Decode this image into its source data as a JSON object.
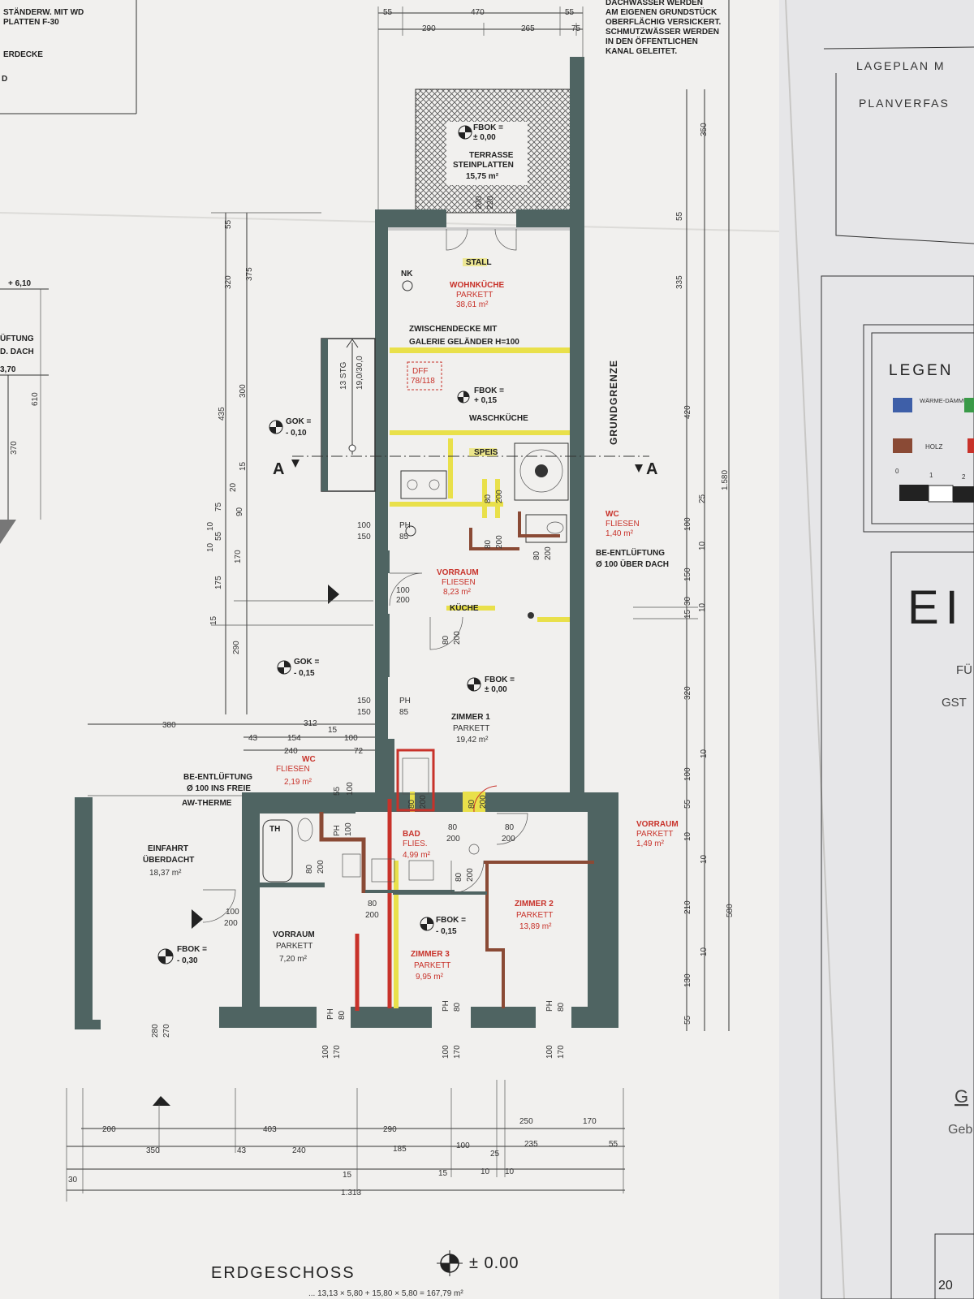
{
  "notes": {
    "top_left": [
      "STÄNDERW. MIT WD",
      "PLATTEN F-30",
      "ERDECKE",
      "D"
    ],
    "top_right": [
      "DACHWÄSSER WERDEN",
      "AM EIGENEN GRUNDSTÜCK",
      "OBERFLÄCHIG VERSICKERT.",
      "SCHMUTZWÄSSER WERDEN",
      "IN DEN ÖFFENTLICHEN",
      "KANAL GELEITET."
    ],
    "left_edge": [
      "+ 6,10",
      "ÜFTUNG",
      "D. DACH",
      "3,70"
    ]
  },
  "title_block": {
    "lageplan": "LAGEPLAN M",
    "planverfas": "PLANVERFAS",
    "legend_title": "LEGEN",
    "legend_items": [
      {
        "label": "WÄRME-DÄMMUNG",
        "color": "#3e5fa8"
      },
      {
        "label": "HOLZ",
        "color": "#8a4a35"
      }
    ],
    "scale_labels": [
      "0",
      "1",
      "2"
    ],
    "big_letters": "EI",
    "sub1": "FÜ",
    "sub2": "GST",
    "g_letter": "G",
    "geb": "Geb",
    "corner": "20"
  },
  "rooms": {
    "terrasse": {
      "name": "TERRASSE",
      "line2": "STEINPLATTEN",
      "area": "15,75 m²"
    },
    "stall": {
      "name": "STALL"
    },
    "wohnkueche": {
      "name": "WOHNKÜCHE",
      "floor": "PARKETT",
      "area": "38,61 m²"
    },
    "zwischendecke": {
      "line1": "ZWISCHENDECKE MIT",
      "line2": "GALERIE GELÄNDER H=100"
    },
    "dff": {
      "line1": "DFF",
      "line2": "78/118"
    },
    "waschkueche": {
      "name": "WASCHKÜCHE"
    },
    "speis": {
      "name": "SPEIS"
    },
    "wc_top": {
      "name": "WC",
      "floor": "FLIESEN",
      "area": "1,40 m²"
    },
    "vorraum_mid": {
      "name": "VORRAUM",
      "floor": "FLIESEN",
      "area": "8,23 m²"
    },
    "kueche": {
      "name": "KÜCHE"
    },
    "zimmer1": {
      "name": "ZIMMER 1",
      "floor": "PARKETT",
      "area": "19,42 m²"
    },
    "wc_left": {
      "name": "WC",
      "floor": "FLIESEN",
      "area": "2,19 m²"
    },
    "bad": {
      "name": "BAD",
      "floor": "FLIES.",
      "area": "4,99 m²"
    },
    "vorraum_right": {
      "name": "VORRAUM",
      "floor": "PARKETT",
      "area": "1,49 m²"
    },
    "zimmer2": {
      "name": "ZIMMER 2",
      "floor": "PARKETT",
      "area": "13,89 m²"
    },
    "zimmer3": {
      "name": "ZIMMER 3",
      "floor": "PARKETT",
      "area": "9,95 m²"
    },
    "vorraum_low": {
      "name": "VORRAUM",
      "floor": "PARKETT",
      "area": "7,20 m²"
    },
    "einfahrt": {
      "name": "EINFAHRT",
      "line2": "ÜBERDACHT",
      "area": "18,37 m²"
    }
  },
  "levels": {
    "fbok_terrasse": [
      "FBOK =",
      "± 0,00"
    ],
    "fbok_wasch": [
      "FBOK =",
      "+ 0,15"
    ],
    "gok_top": [
      "GOK =",
      "- 0,10"
    ],
    "gok_mid": [
      "GOK =",
      "- 0,15"
    ],
    "fbok_zimmer1": [
      "FBOK =",
      "± 0,00"
    ],
    "fbok_zimmer3": [
      "FBOK =",
      "- 0,15"
    ],
    "fbok_einfahrt": [
      "FBOK =",
      "- 0,30"
    ]
  },
  "labels": {
    "grundgrenze": "GRUNDGRENZE",
    "section_a": "A",
    "nk": "NK",
    "stair1": "13 STG",
    "stair2": "19,0/30,0",
    "be_entl_right": [
      "BE-ENTLÜFTUNG",
      "Ø 100 ÜBER DACH"
    ],
    "be_entl_left": [
      "BE-ENTLÜFTUNG",
      "Ø 100 INS FREIE",
      "AW-THERME"
    ],
    "th": "TH",
    "ph": "PH"
  },
  "dims": {
    "top_row1": [
      "55",
      "470",
      "55"
    ],
    "top_row2": [
      "290",
      "265",
      "75"
    ],
    "right_col1": [
      "350",
      "55",
      "335",
      "420",
      "25",
      "100",
      "10",
      "150",
      "15",
      "30",
      "10",
      "320",
      "10",
      "100",
      "55",
      "10",
      "10",
      "210",
      "10",
      "130",
      "55"
    ],
    "right_total": [
      "1.580",
      "580"
    ],
    "left_col": [
      "55",
      "320",
      "375",
      "435",
      "300",
      "15",
      "20",
      "75",
      "90",
      "10",
      "55",
      "10",
      "170",
      "175",
      "15",
      "290"
    ],
    "left_small": [
      "610",
      "370"
    ],
    "mid_row": [
      "380",
      "312",
      "43",
      "154",
      "15",
      "100",
      "240",
      "72"
    ],
    "bottom_row1": [
      "200",
      "403",
      "290",
      "250",
      "170"
    ],
    "bottom_row2": [
      "350",
      "43",
      "240",
      "185",
      "100",
      "25",
      "235",
      "55"
    ],
    "bottom_row3": [
      "30",
      "15",
      "15",
      "10",
      "10"
    ],
    "bottom_total": "1.313",
    "lower_left": [
      "280",
      "270"
    ],
    "window_pairs": [
      [
        "100",
        "170"
      ],
      [
        "100",
        "170"
      ],
      [
        "100",
        "170"
      ]
    ],
    "door_sizes": [
      "80",
      "200"
    ]
  },
  "openings": {
    "top_door": [
      "200",
      "220"
    ],
    "ph85": [
      "PH",
      "85"
    ],
    "w100_150": [
      "100",
      "150"
    ],
    "w150_150": [
      "150",
      "150"
    ],
    "d100_200": [
      "100",
      "200"
    ],
    "wc_left_55_100": [
      "55",
      "100"
    ]
  },
  "footer": {
    "title": "ERDGESCHOSS",
    "level": "± 0.00",
    "formula": "... 13,13 × 5,80 + 15,80 × 5,80 = 167,79 m²"
  }
}
